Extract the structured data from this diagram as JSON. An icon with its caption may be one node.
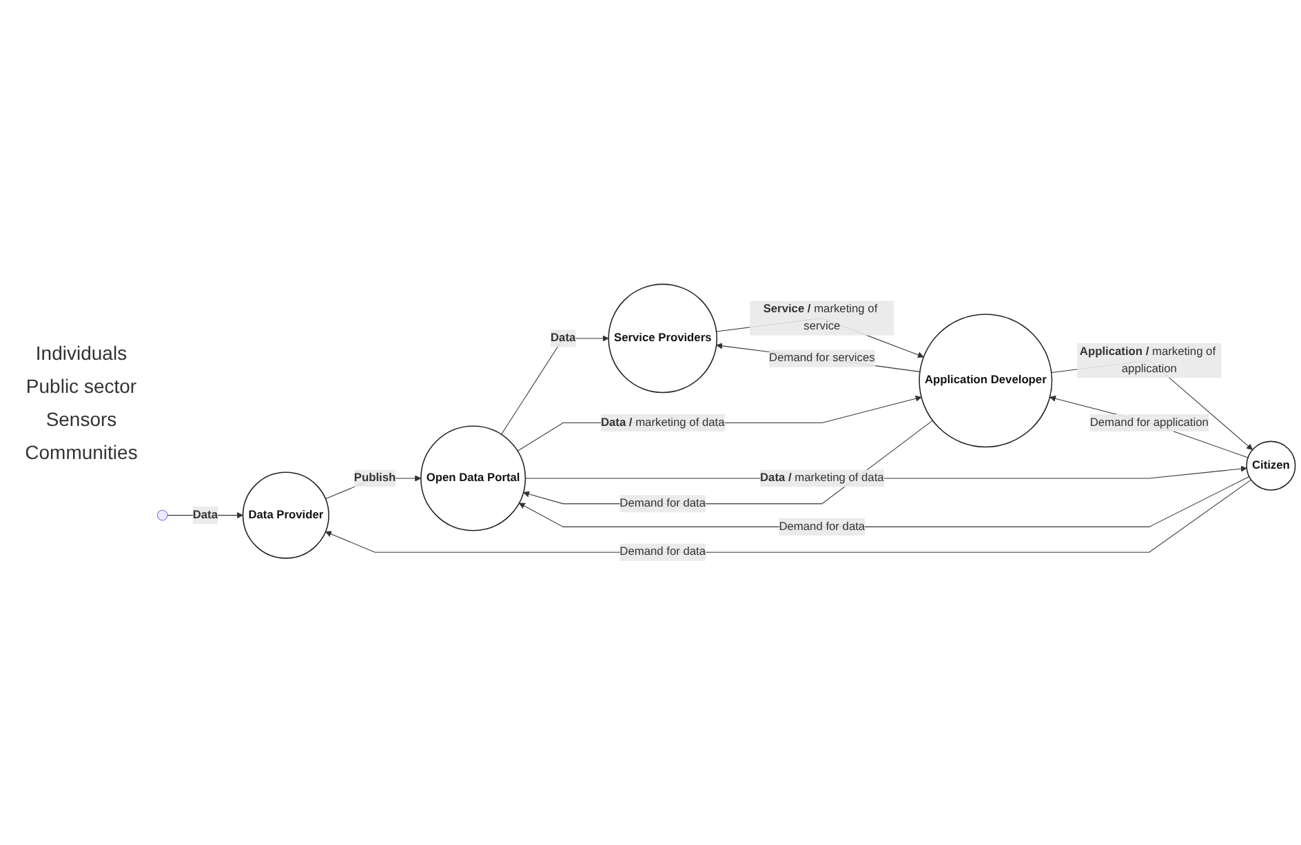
{
  "diagram": {
    "nodes": [
      {
        "text": [
          "Data Provider"
        ]
      },
      {
        "text": [
          "Open Data Portal"
        ]
      },
      {
        "text": [
          "Service Providers"
        ]
      },
      {
        "text": [
          "Application Developer"
        ]
      },
      {
        "text": [
          "Citizen"
        ]
      }
    ],
    "edges": [
      {
        "from": null,
        "to": 0,
        "arrow": "to",
        "label": "**Data**"
      },
      {
        "from": 0,
        "to": 1,
        "arrow": "to",
        "label": "**Publish**"
      },
      {
        "from": 1,
        "to": 2,
        "arrow": "to",
        "label": "**Data**"
      },
      {
        "from": 3,
        "to": 1,
        "arrow": "to",
        "label": "Demand for data"
      },
      {
        "from": 1,
        "to": 3,
        "arrow": "to",
        "label": "**Data /** marketing of data"
      },
      {
        "from": 3,
        "to": 2,
        "arrow": "to",
        "label": "Demand for services"
      },
      {
        "from": 2,
        "to": 3,
        "arrow": "to",
        "label": "**Service /** marketing of service"
      },
      {
        "from": 4,
        "to": 3,
        "arrow": "to",
        "label": "Demand for application"
      },
      {
        "from": 3,
        "to": 4,
        "arrow": "to",
        "label": "**Application /** marketing of application"
      },
      {
        "from": 1,
        "to": 4,
        "arrow": "to",
        "label": "**Data /** marketing of data"
      },
      {
        "from": 4,
        "to": 1,
        "arrow": "to",
        "label": "Demand for data"
      },
      {
        "from": 4,
        "to": 0,
        "arrow": "to",
        "label": "Demand for data"
      }
    ],
    "labels": [
      "Individuals",
      "Public sector",
      "Sensors",
      "Communities"
    ]
  }
}
